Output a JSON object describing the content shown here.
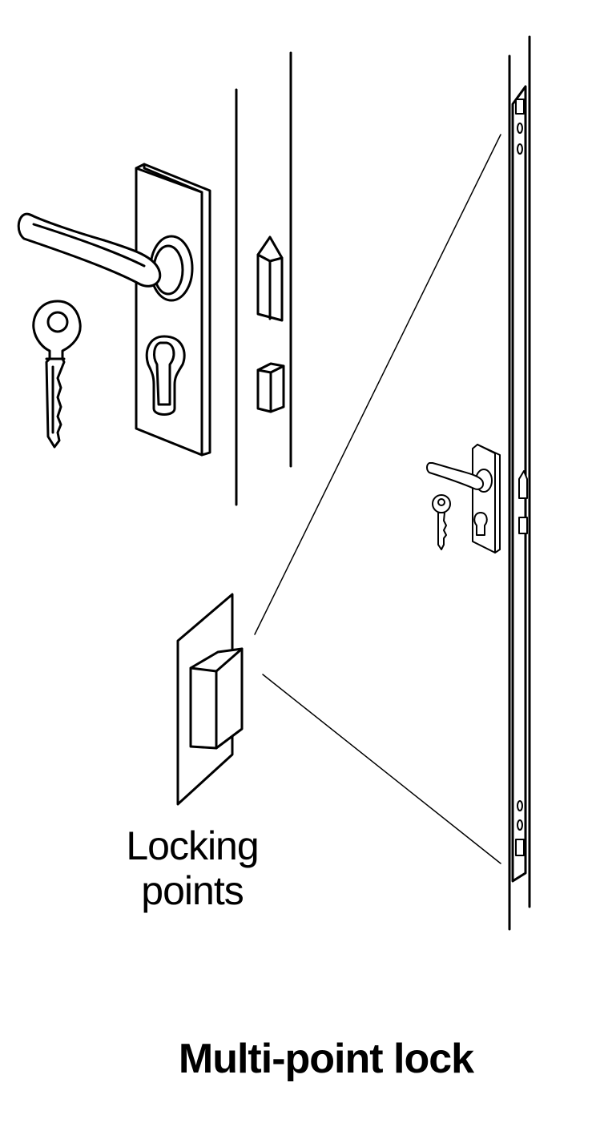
{
  "title": "Multi-point lock",
  "callout_label": {
    "line1": "Locking",
    "line2": "points"
  },
  "colors": {
    "ink": "#000000",
    "background": "#ffffff"
  }
}
